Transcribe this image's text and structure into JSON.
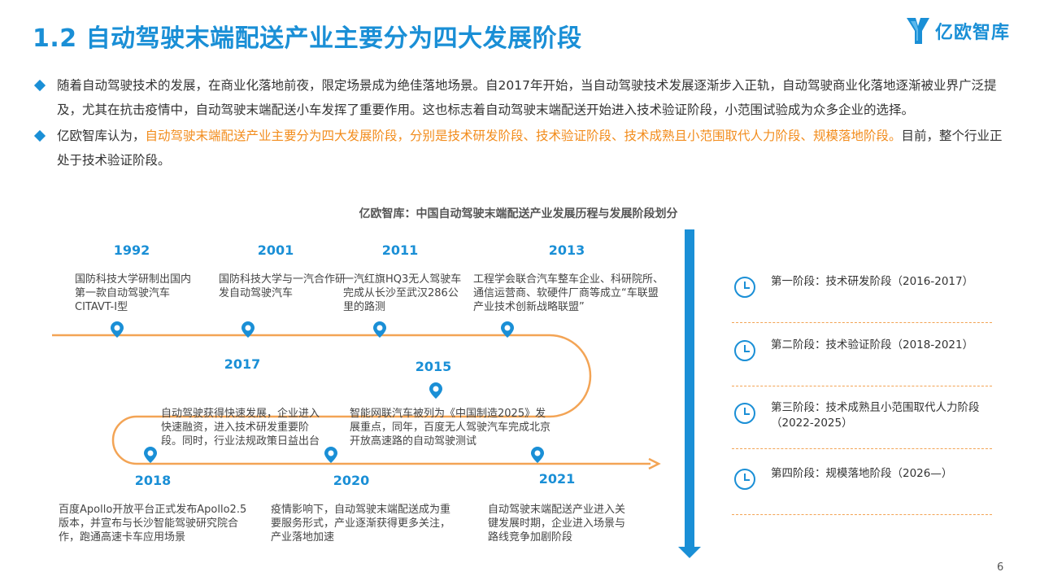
{
  "header": {
    "title": "1.2 自动驾驶末端配送产业主要分为四大发展阶段",
    "logo_text": "亿欧智库"
  },
  "bullets": [
    {
      "before": "随着自动驾驶技术的发展，在商业化落地前夜，限定场景成为绝佳落地场景。自2017年开始，当自动驾驶技术发展逐渐步入正轨，自动驾驶商业化落地逐渐被业界广泛提及，尤其在抗击疫情中，自动驾驶末端配送小车发挥了重要作用。这也标志着自动驾驶末端配送开始进入技术验证阶段，小范围试验成为众多企业的选择。",
      "highlight": "",
      "after": ""
    },
    {
      "before": "亿欧智库认为，",
      "highlight": "自动驾驶末端配送产业主要分为四大发展阶段，分别是技术研发阶段、技术验证阶段、技术成熟且小范围取代人力阶段、规模落地阶段。",
      "after": "目前，整个行业正处于技术验证阶段。"
    }
  ],
  "chart": {
    "title": "亿欧智库：中国自动驾驶末端配送产业发展历程与发展阶段划分"
  },
  "timeline": [
    {
      "year": "1992",
      "text": "国防科技大学研制出国内第一款自动驾驶汽车CITAVT-I型"
    },
    {
      "year": "2001",
      "text": "国防科技大学与一汽合作研发自动驾驶汽车"
    },
    {
      "year": "2011",
      "text": "一汽红旗HQ3无人驾驶车完成从长沙至武汉286公里的路测"
    },
    {
      "year": "2013",
      "text": "工程学会联合汽车整车企业、科研院所、通信运营商、软硬件厂商等成立“车联盟产业技术创新战略联盟”"
    },
    {
      "year": "2017",
      "text": "自动驾驶获得快速发展，企业进入快速融资，进入技术研发重要阶段。同时，行业法规政策日益出台"
    },
    {
      "year": "2015",
      "text": "智能网联汽车被列为《中国制造2025》发展重点，同年，百度无人驾驶汽车完成北京开放高速路的自动驾驶测试"
    },
    {
      "year": "2018",
      "text": "百度Apollo开放平台正式发布Apollo2.5版本，并宣布与长沙智能驾驶研究院合作，跑通高速卡车应用场景"
    },
    {
      "year": "2020",
      "text": "疫情影响下，自动驾驶末端配送成为重要服务形式，产业逐渐获得更多关注，产业落地加速"
    },
    {
      "year": "2021",
      "text": "自动驾驶末端配送产业进入关键发展时期，企业进入场景与路线竞争加剧阶段"
    }
  ],
  "stages": [
    {
      "label": "第一阶段：技术研发阶段（2016-2017）"
    },
    {
      "label": "第二阶段：技术验证阶段（2018-2021）"
    },
    {
      "label": "第三阶段：技术成熟且小范围取代人力阶段（2022-2025）"
    },
    {
      "label": "第四阶段：规模落地阶段（2026—）"
    }
  ],
  "page_number": "6",
  "colors": {
    "accent": "#1a8fd6",
    "highlight": "#f28c1c",
    "timeline_line": "#f3a455"
  }
}
